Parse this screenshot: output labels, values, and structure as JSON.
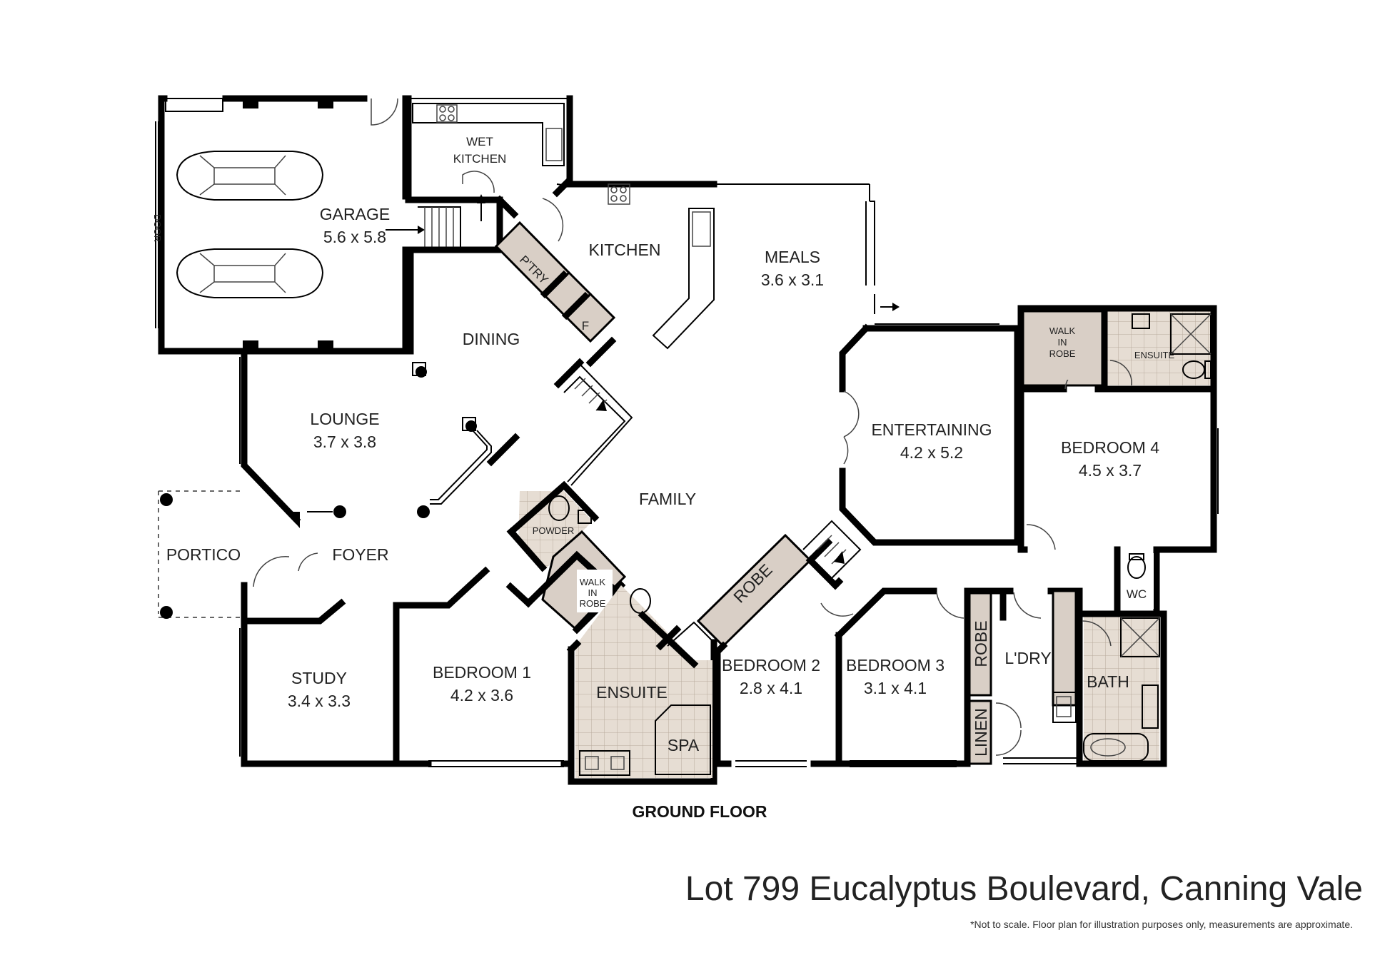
{
  "floor_label": "GROUND FLOOR",
  "address": "Lot 799 Eucalyptus Boulevard, Canning Vale",
  "disclaimer": "*Not to scale. Floor plan for illustration purposes only, measurements are approximate.",
  "rooms": {
    "garage": {
      "name": "GARAGE",
      "size": "5.6 x 5.8"
    },
    "garage_door": "DOOR",
    "wet_kitchen": {
      "line1": "WET",
      "line2": "KITCHEN"
    },
    "kitchen": {
      "name": "KITCHEN"
    },
    "pantry": "P'TRY",
    "fridge": "F",
    "meals": {
      "name": "MEALS",
      "size": "3.6 x 3.1"
    },
    "dining": {
      "name": "DINING"
    },
    "lounge": {
      "name": "LOUNGE",
      "size": "3.7 x 3.8"
    },
    "portico": {
      "name": "PORTICO"
    },
    "foyer": {
      "name": "FOYER"
    },
    "family": {
      "name": "FAMILY"
    },
    "powder": {
      "name": "POWDER"
    },
    "walk_in_robe_1": {
      "line1": "WALK",
      "line2": "IN",
      "line3": "ROBE"
    },
    "ensuite_1": {
      "name": "ENSUITE"
    },
    "spa": {
      "name": "SPA"
    },
    "study": {
      "name": "STUDY",
      "size": "3.4 x 3.3"
    },
    "bedroom1": {
      "name": "BEDROOM 1",
      "size": "4.2 x 3.6"
    },
    "robe_2": "ROBE",
    "bedroom2": {
      "name": "BEDROOM 2",
      "size": "2.8 x 4.1"
    },
    "bedroom3": {
      "name": "BEDROOM 3",
      "size": "3.1 x 4.1"
    },
    "robe_3": "ROBE",
    "linen": "LINEN",
    "laundry": {
      "name": "L'DRY"
    },
    "bath": {
      "name": "BATH"
    },
    "wc": {
      "name": "WC"
    },
    "entertaining": {
      "name": "ENTERTAINING",
      "size": "4.2 x 5.2"
    },
    "bedroom4": {
      "name": "BEDROOM 4",
      "size": "4.5 x 3.7"
    },
    "walk_in_robe_4": {
      "line1": "WALK",
      "line2": "IN",
      "line3": "ROBE"
    },
    "ensuite_4": {
      "name": "ENSUITE"
    }
  }
}
